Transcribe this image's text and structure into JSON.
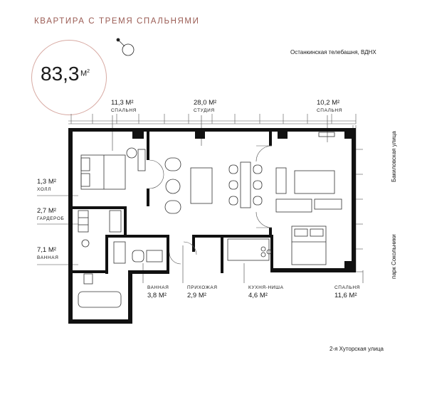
{
  "header": {
    "title": "КВАРТИРА С ТРЕМЯ СПАЛЬНЯМИ"
  },
  "total_area": {
    "value": "83,3",
    "unit": "М",
    "unit_sup": "2"
  },
  "landmarks": {
    "top_right": "Останкинская телебашня, ВДНХ",
    "right_upper": "Бакиловская улица",
    "right_lower": "парк Сокольники",
    "bottom": "2-я Хуторская улица"
  },
  "rooms": {
    "bedroom1": {
      "area": "11,3 М²",
      "name": "СПАЛЬНЯ"
    },
    "studio": {
      "area": "28,0 М²",
      "name": "СТУДИЯ"
    },
    "bedroom2": {
      "area": "10,2 М²",
      "name": "СПАЛЬНЯ"
    },
    "hall": {
      "area": "1,3 М²",
      "name": "ХОЛЛ"
    },
    "wardrobe": {
      "area": "2,7 М²",
      "name": "ГАРДЕРОБ"
    },
    "bathroom1": {
      "area": "7,1 М²",
      "name": "ВАННАЯ"
    },
    "bathroom2": {
      "area": "3,8 М²",
      "name": "ВАННАЯ"
    },
    "entrance": {
      "area": "2,9 М²",
      "name": "ПРИХОЖАЯ"
    },
    "kitchen": {
      "area": "4,6 М²",
      "name": "КУХНЯ-НИША"
    },
    "bedroom3": {
      "area": "11,6 М²",
      "name": "СПАЛЬНЯ"
    }
  },
  "colors": {
    "accent": "#9a5b53",
    "circle": "#d8aaa3",
    "wall": "#111111",
    "line": "#333333"
  },
  "icons": {
    "compass": "compass-icon"
  }
}
